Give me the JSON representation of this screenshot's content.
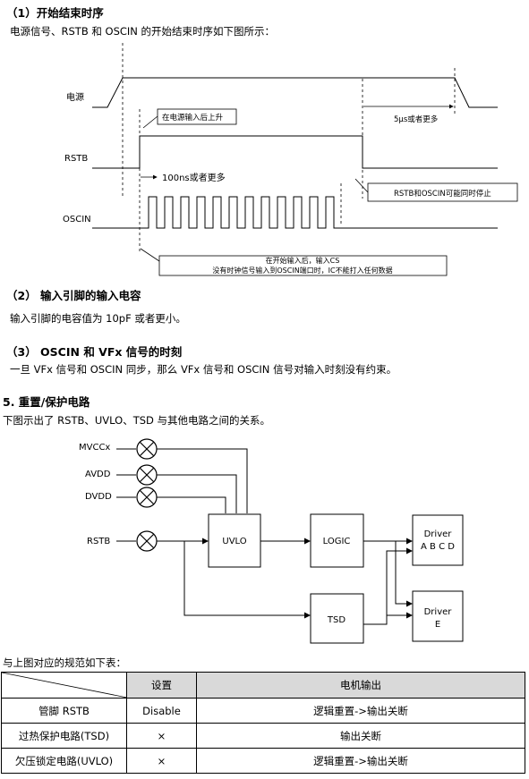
{
  "sections": {
    "s1_title": "（1）开始结束时序",
    "s1_desc": "电源信号、RSTB 和 OSCIN 的开始结束时序如下图所示：",
    "s2_title": "（2） 输入引脚的输入电容",
    "s2_desc": "输入引脚的电容值为 10pF 或者更小。",
    "s3_title": "（3） OSCIN 和 VFx 信号的时刻",
    "s3_desc": "一旦 VFx 信号和 OSCIN 同步，那么 VFx 信号和 OSCIN 信号对输入时刻没有约束。",
    "s5_title": "5. 重置/保护电路",
    "s5_desc": "下图示出了 RSTB、UVLO、TSD 与其他电路之间的关系。",
    "table_intro": "与上图对应的规范如下表："
  },
  "timing": {
    "sig_power": "电源",
    "sig_rstb": "RSTB",
    "sig_oscin": "OSCIN",
    "note_rise": "在电源输入后上升",
    "note_5us": "5μs或者更多",
    "note_100ns": "100ns或者更多",
    "note_stop": "RSTB和OSCIN可能同时停止",
    "note_cs1": "在开始输入后，输入CS",
    "note_cs2": "没有时钟信号输入到OSCIN端口时，IC不能打入任何数据"
  },
  "block": {
    "in_mvccx": "MVCCx",
    "in_avdd": "AVDD",
    "in_dvdd": "DVDD",
    "in_rstb": "RSTB",
    "uvlo": "UVLO",
    "logic": "LOGIC",
    "tsd": "TSD",
    "driver1_a": "Driver",
    "driver1_b": "A B C D",
    "driver2_a": "Driver",
    "driver2_b": "E"
  },
  "table": {
    "headers": [
      "",
      "设置",
      "电机输出"
    ],
    "rows": [
      [
        "管脚 RSTB",
        "Disable",
        "逻辑重置->输出关断"
      ],
      [
        "过热保护电路(TSD)",
        "×",
        "输出关断"
      ],
      [
        "欠压锁定电路(UVLO)",
        "×",
        "逻辑重置->输出关断"
      ]
    ]
  }
}
